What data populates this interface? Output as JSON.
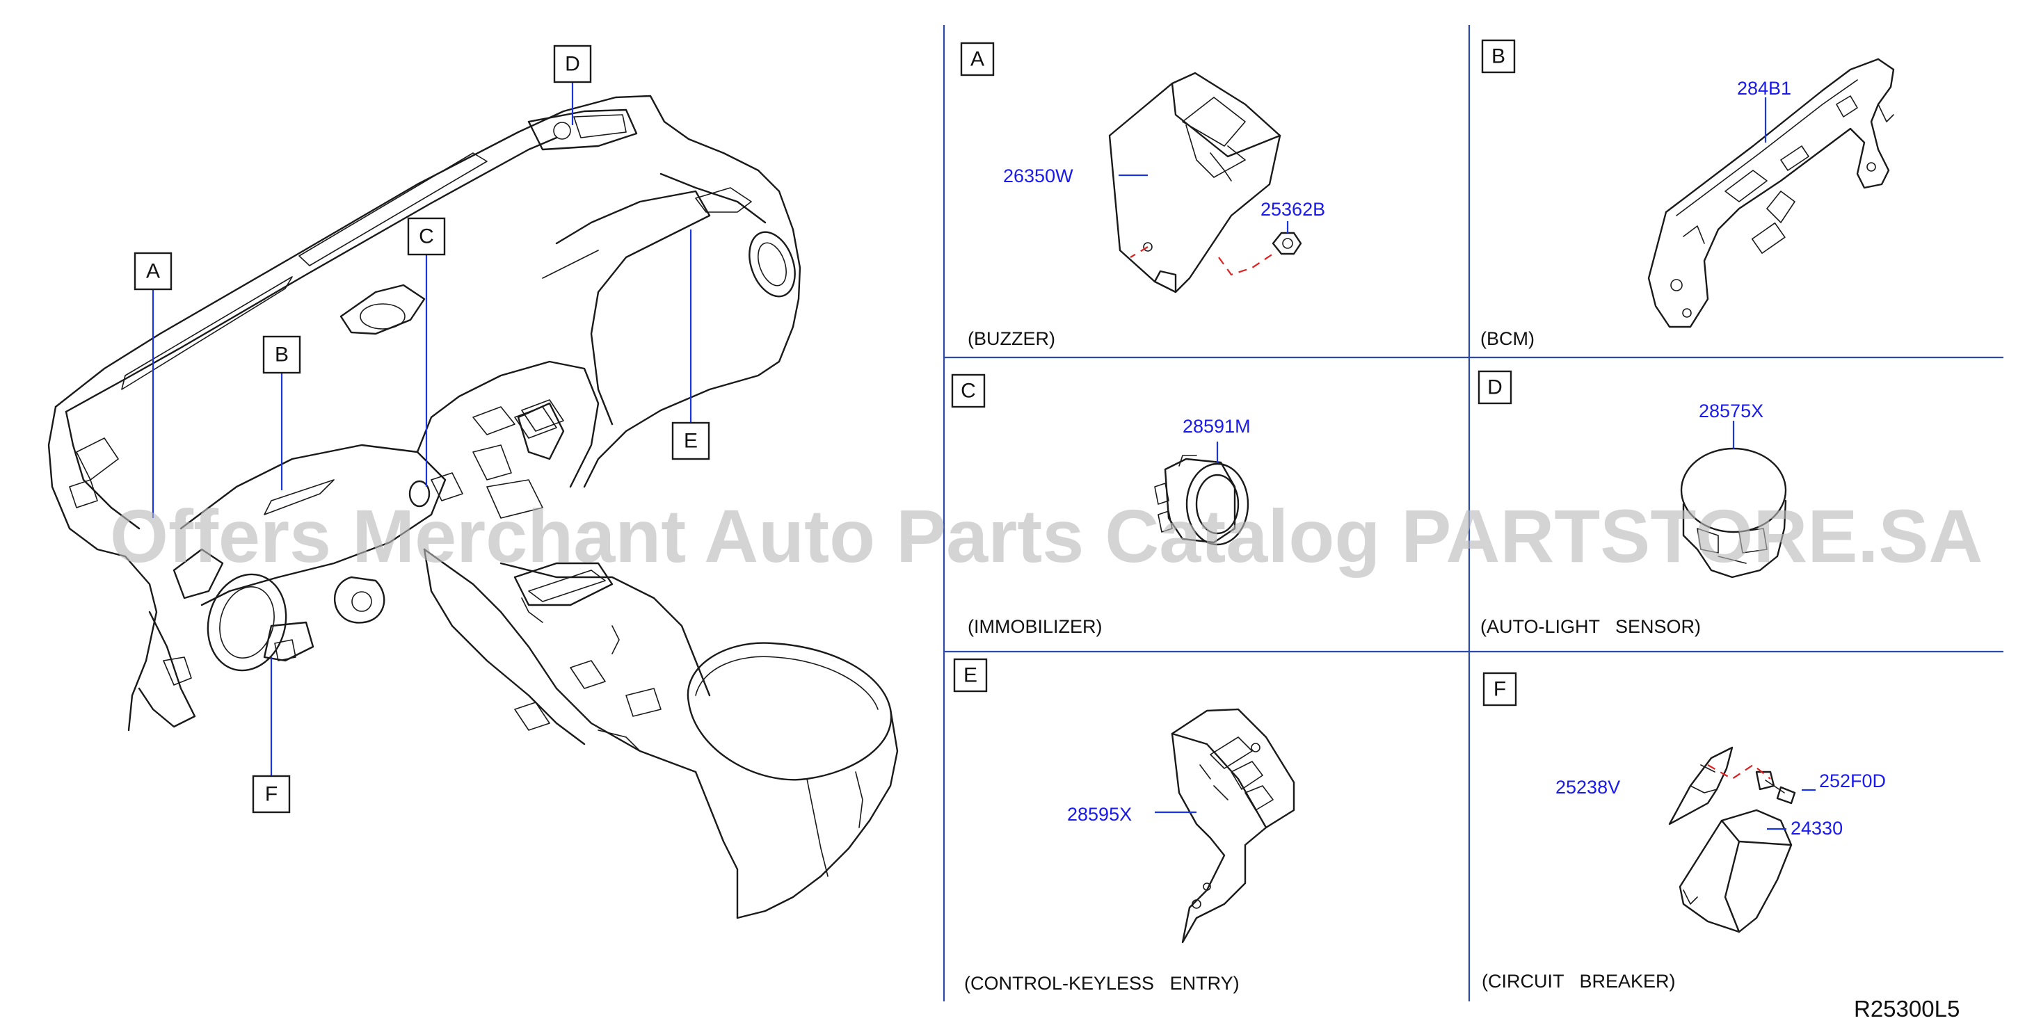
{
  "overview": {
    "callouts": [
      "A",
      "B",
      "C",
      "D",
      "E",
      "F"
    ]
  },
  "panels": [
    {
      "letter": "A",
      "caption": "(BUZZER)",
      "parts": [
        "26350W",
        "25362B"
      ]
    },
    {
      "letter": "B",
      "caption": "(BCM)",
      "parts": [
        "284B1"
      ]
    },
    {
      "letter": "C",
      "caption": "(IMMOBILIZER)",
      "parts": [
        "28591M"
      ]
    },
    {
      "letter": "D",
      "caption": "(AUTO-LIGHT   SENSOR)",
      "parts": [
        "28575X"
      ]
    },
    {
      "letter": "E",
      "caption": "(CONTROL-KEYLESS   ENTRY)",
      "parts": [
        "28595X"
      ]
    },
    {
      "letter": "F",
      "caption": "(CIRCUIT   BREAKER)",
      "parts": [
        "25238V",
        "252F0D",
        "24330"
      ]
    }
  ],
  "reference_code": "R25300L5",
  "watermark": "Offers Merchant Auto Parts Catalog PARTSTORE.SA",
  "colors": {
    "part_number": "#1a1aee",
    "leader_line": "#1a36e0",
    "dashed_line": "#e02020",
    "divider": "#2d4aa8",
    "watermark": "#b9b9b9"
  }
}
